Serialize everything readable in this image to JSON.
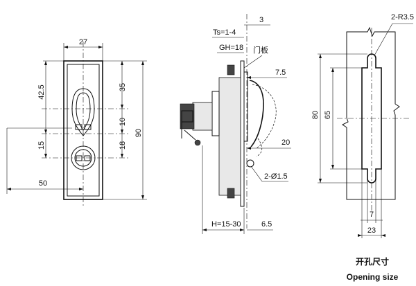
{
  "front_view": {
    "width": "27",
    "height_total": "90",
    "dim_42_5": "42.5",
    "dim_35": "35",
    "dim_10": "10",
    "dim_15": "15",
    "dim_18": "18",
    "dim_50": "50"
  },
  "side_view": {
    "ts": "Ts=1-4",
    "gh": "GH=18",
    "door_panel": "门板",
    "dim_3": "3",
    "dim_7_5": "7.5",
    "dim_20": "20",
    "holes": "2-Ø1.5",
    "h": "H=15-30",
    "dim_6_5": "6.5"
  },
  "opening_view": {
    "radius": "2-R3.5",
    "dim_80": "80",
    "dim_65": "65",
    "dim_7": "7",
    "dim_23": "23",
    "caption_cn": "开孔尺寸",
    "caption_en": "Opening size"
  }
}
